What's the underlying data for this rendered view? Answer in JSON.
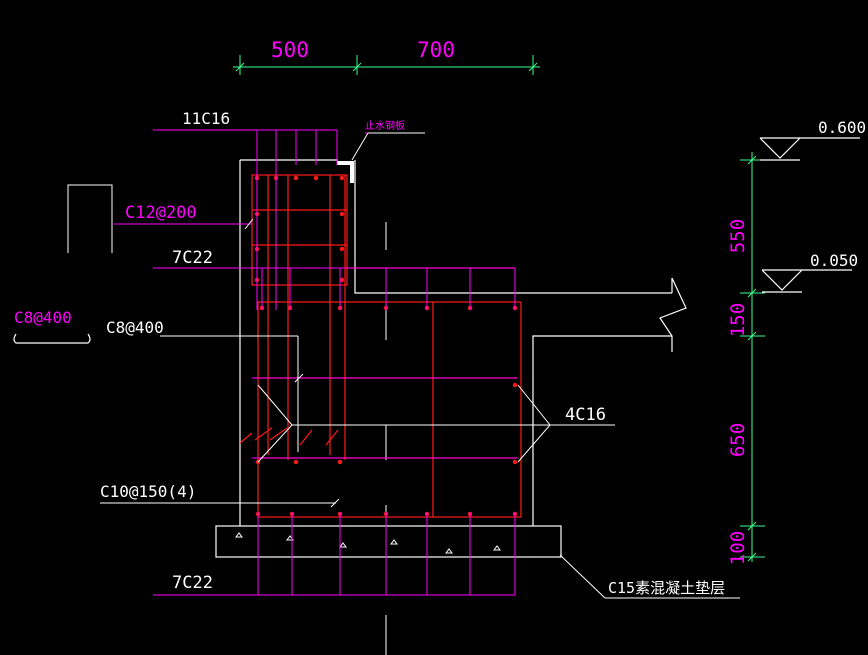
{
  "colors": {
    "background": "#000000",
    "outline": "#ffffff",
    "rebar": "#ff1a1a",
    "leader": "#ff00ff",
    "dimension": "#3cff8c",
    "dim_text": "#ff00ff",
    "label": "#ffffff"
  },
  "dims_top": {
    "left": "500",
    "right": "700"
  },
  "dims_right": {
    "d1": "550",
    "d2": "150",
    "d3": "650",
    "d4": "100"
  },
  "elevations": {
    "top": "0.600",
    "mid": "0.050"
  },
  "labels": {
    "top_bars": "11C16",
    "stirrup_upper": "C12@200",
    "mid_bars": "7C22",
    "tie_detail": "C8@400",
    "tie_callout": "C8@400",
    "side_bars": "4C16",
    "stirrup_lower": "C10@150(4)",
    "bottom_bars": "7C22",
    "blinding": "C15素混凝土垫层",
    "waterstop": "止水钢板"
  }
}
